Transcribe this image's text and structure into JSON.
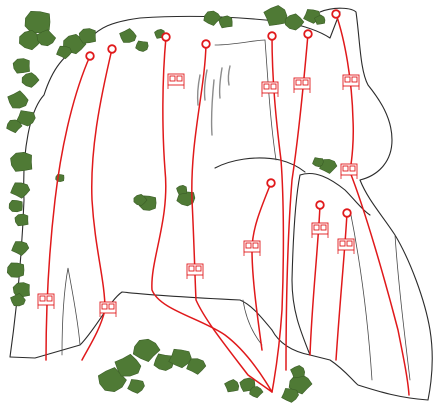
{
  "colors": {
    "route": "#e0191b",
    "rock_outline": "#2b2b2b",
    "vegetation": "#4f7a35",
    "background": "#ffffff"
  },
  "routes": [
    {
      "id": "r1"
    },
    {
      "id": "r2"
    },
    {
      "id": "r3"
    },
    {
      "id": "r4"
    },
    {
      "id": "r5"
    },
    {
      "id": "r6"
    },
    {
      "id": "r7"
    },
    {
      "id": "r8"
    },
    {
      "id": "r9"
    },
    {
      "id": "r10"
    },
    {
      "id": "r11"
    }
  ],
  "icons": {
    "route_start": "circle-anchor-icon",
    "belay_station": "belay-station-icon",
    "vegetation": "bush-icon"
  }
}
